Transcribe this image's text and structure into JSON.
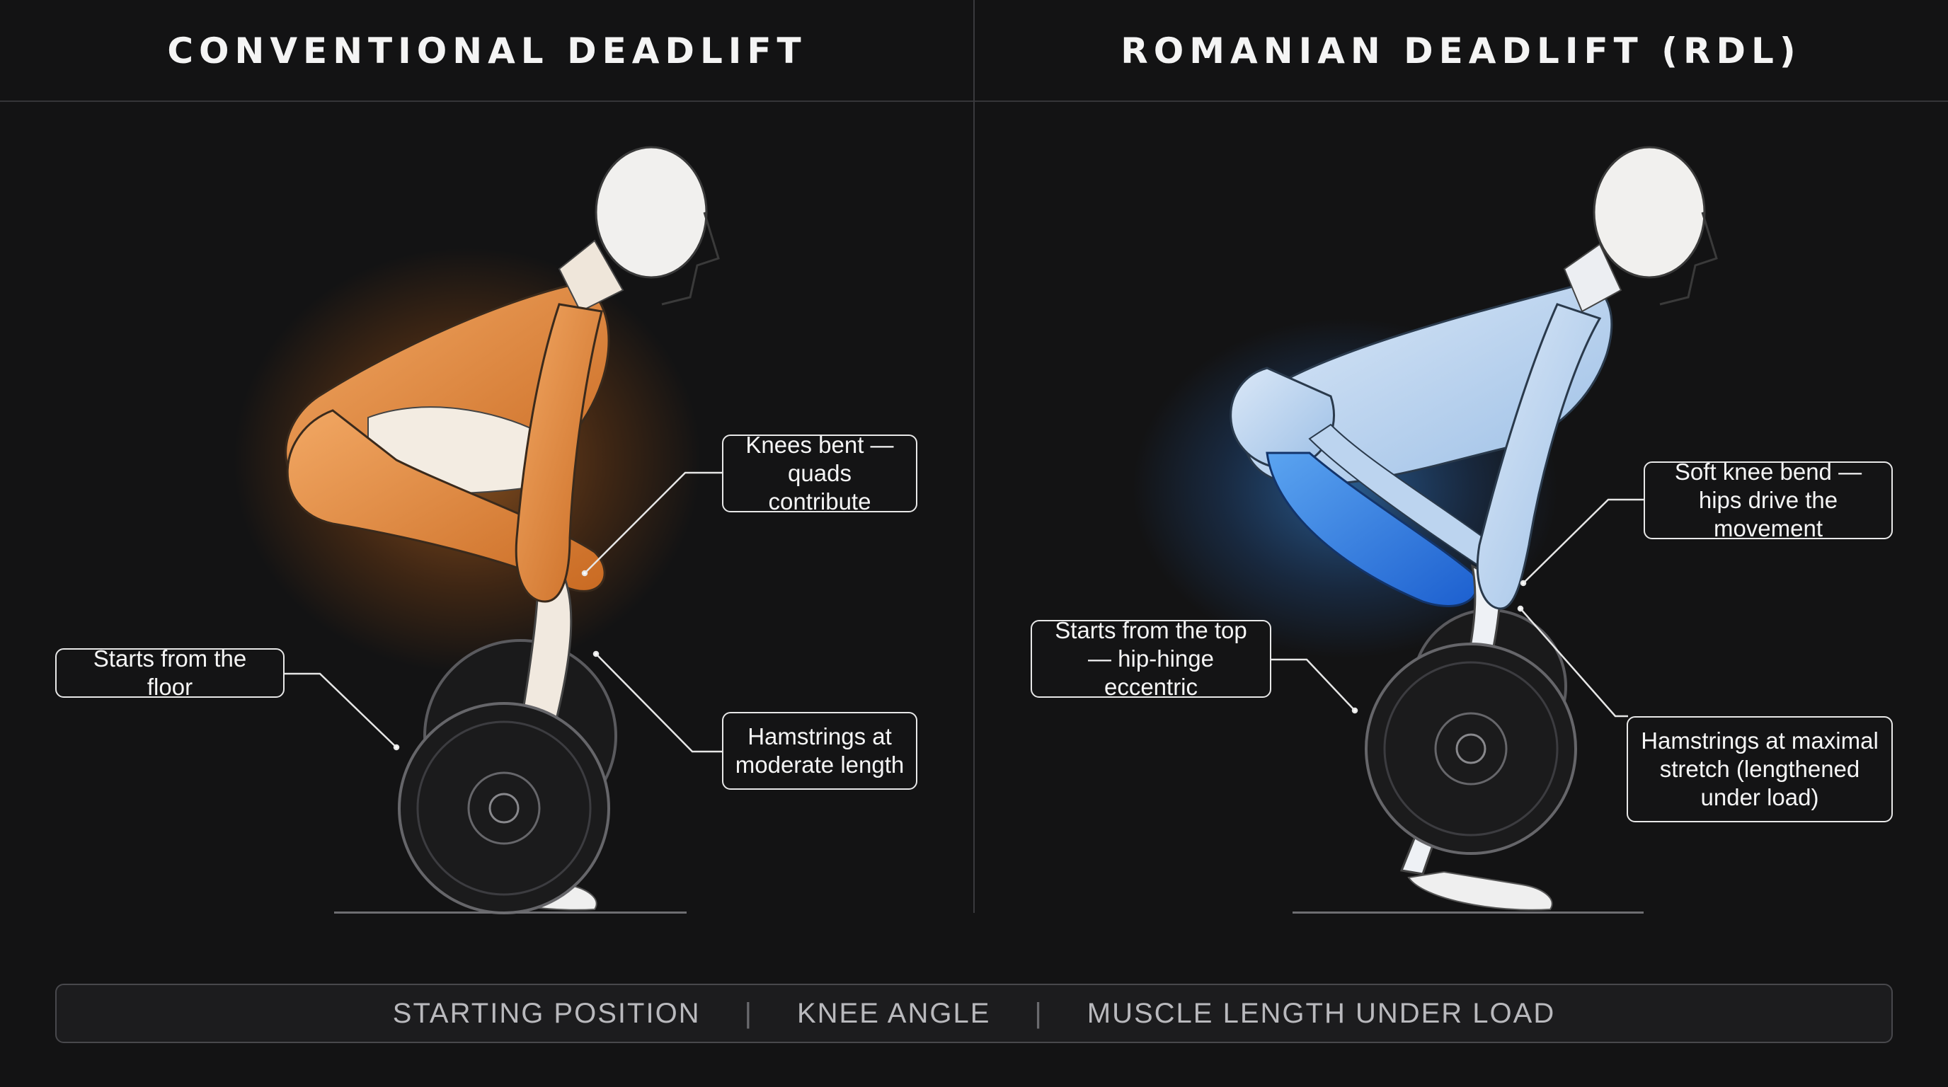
{
  "panels": {
    "left": {
      "title": "CONVENTIONAL DEADLIFT"
    },
    "right": {
      "title": "ROMANIAN DEADLIFT (RDL)"
    }
  },
  "callouts": {
    "knees_bent": "Knees bent — quads contribute",
    "starts_floor": "Starts from the floor",
    "hamstrings_moderate": "Hamstrings at moderate length",
    "soft_knee": "Soft knee bend — hips drive the movement",
    "starts_top": "Starts from the top — hip-hinge eccentric",
    "hamstrings_maximal": "Hamstrings at maximal stretch (lengthened under load)"
  },
  "bottom_bar": {
    "items": [
      "STARTING POSITION",
      "KNEE ANGLE",
      "MUSCLE LENGTH UNDER LOAD"
    ],
    "separator": "|"
  },
  "colors": {
    "background": "#131314",
    "conventional_accent": "#e8893a",
    "rdl_accent": "#3d8fe0",
    "skin": "#ece9e4"
  }
}
